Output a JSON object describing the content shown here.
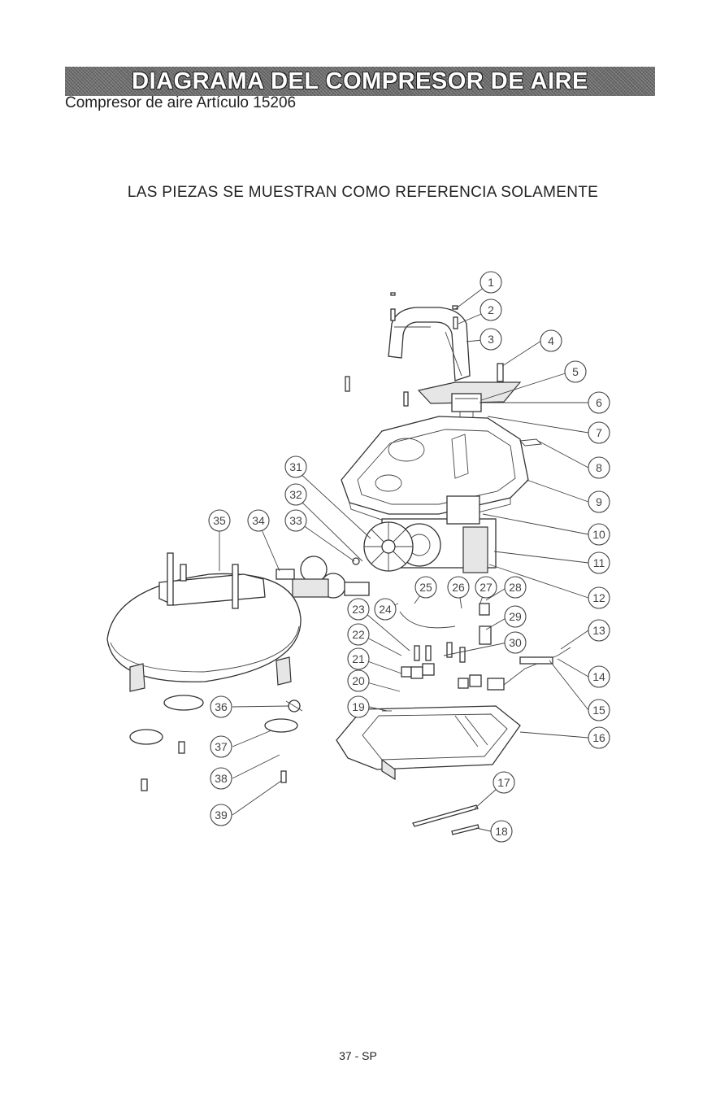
{
  "header": {
    "title": "DIAGRAMA DEL COMPRESOR DE AIRE",
    "subtitle": "Compresor de aire Artículo 15206"
  },
  "note": "LAS PIEZAS SE MUESTRAN COMO REFERENCIA SOLAMENTE",
  "callouts": [
    "1",
    "2",
    "3",
    "4",
    "5",
    "6",
    "7",
    "8",
    "9",
    "10",
    "11",
    "12",
    "13",
    "14",
    "15",
    "16",
    "17",
    "18",
    "19",
    "20",
    "21",
    "22",
    "23",
    "24",
    "25",
    "26",
    "27",
    "28",
    "29",
    "30",
    "31",
    "32",
    "33",
    "34",
    "35",
    "36",
    "37",
    "38",
    "39"
  ],
  "footer": {
    "page_number": "37 - SP"
  }
}
